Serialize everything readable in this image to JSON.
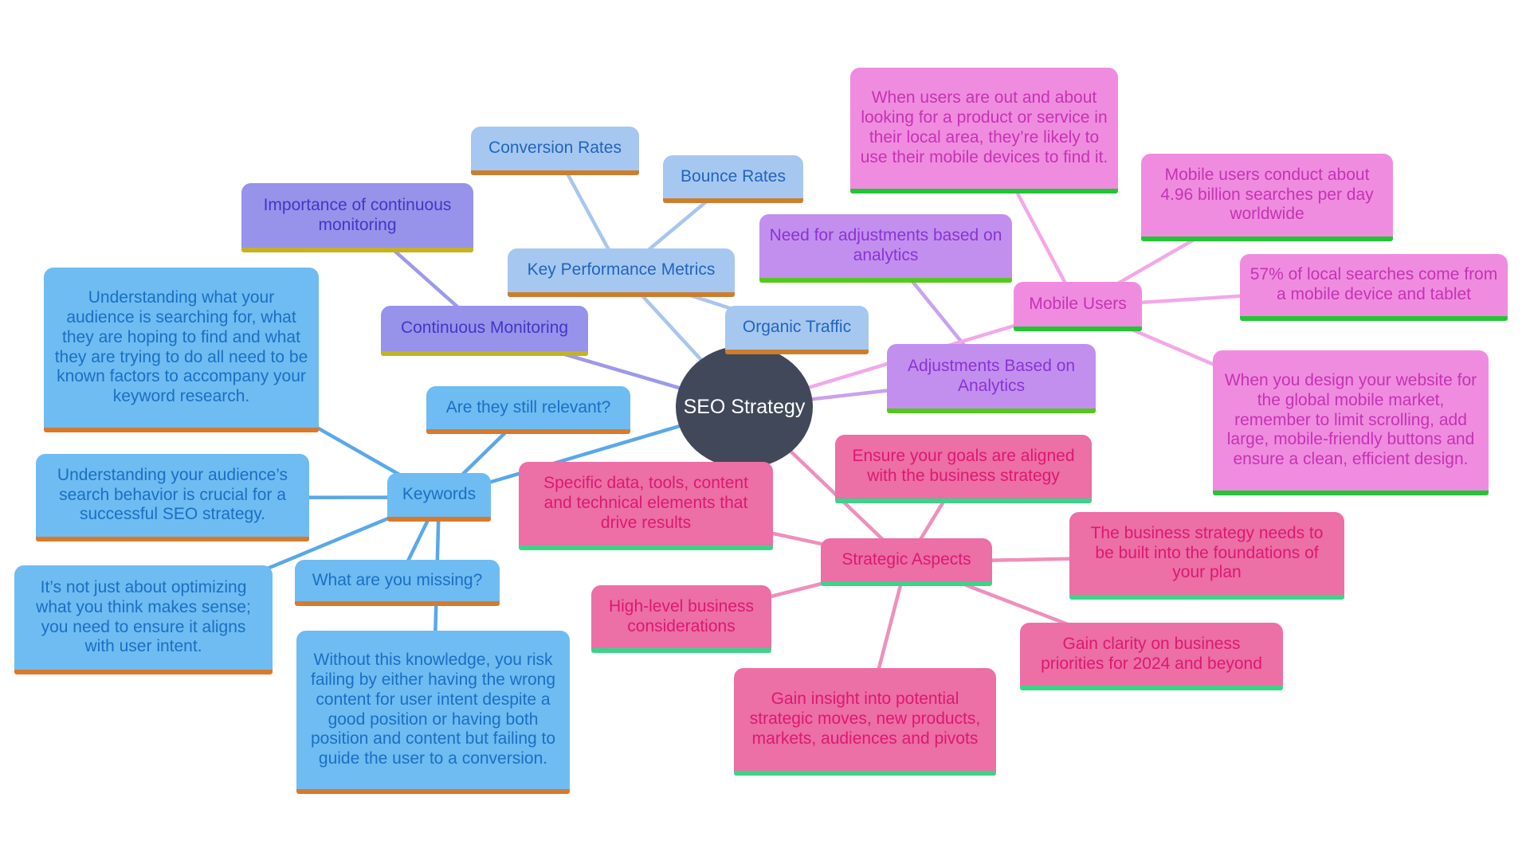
{
  "palette": {
    "keywords": {
      "fill": "#6FBCF2",
      "text": "#1A6FC2",
      "underline": "#D9792C",
      "line": "#5AA8E8"
    },
    "metrics": {
      "fill": "#A6C8F0",
      "text": "#2264BE",
      "underline": "#CC7E2E",
      "line": "#A8C6EE"
    },
    "monitoring": {
      "fill": "#9793EA",
      "text": "#4336C6",
      "underline": "#C3B324",
      "line": "#9D99EA"
    },
    "analytics": {
      "fill": "#C38FEE",
      "text": "#8A33D4",
      "underline": "#55C81E",
      "line": "#C9A2EC"
    },
    "mobile": {
      "fill": "#F08CE0",
      "text": "#C433B4",
      "underline": "#22C634",
      "line": "#F2A8E8"
    },
    "strategic": {
      "fill": "#EC6FA6",
      "text": "#DB1971",
      "underline": "#3CD38B",
      "line": "#EE8FBC"
    },
    "central": {
      "fill": "#414859",
      "text": "#FFFFFF"
    }
  },
  "nodes": {
    "central": {
      "label": "SEO Strategy"
    },
    "keywords": {
      "label": "Keywords"
    },
    "relevant": {
      "label": "Are they still relevant?"
    },
    "und_what": {
      "label": "Understanding what your audience is searching for, what they are hoping to find and what they are trying to do all need to be known factors to accompany your keyword research."
    },
    "und_aud": {
      "label": "Understanding your audience’s search behavior is crucial for a successful SEO strategy."
    },
    "not_just": {
      "label": "It’s not just about optimizing what you think makes sense; you need to ensure it aligns with user intent."
    },
    "missing": {
      "label": "What are you missing?"
    },
    "without": {
      "label": "Without this knowledge, you risk failing by either having the wrong content for user intent despite a good position or having both position and content but failing to guide the user to a conversion."
    },
    "kpm": {
      "label": "Key Performance Metrics"
    },
    "conversion": {
      "label": "Conversion Rates"
    },
    "bounce": {
      "label": "Bounce Rates"
    },
    "organic": {
      "label": "Organic Traffic"
    },
    "cont_mon": {
      "label": "Continuous Monitoring"
    },
    "importance": {
      "label": "Importance of continuous monitoring"
    },
    "adjustments": {
      "label": "Adjustments Based on Analytics"
    },
    "need_adj": {
      "label": "Need for adjustments based on analytics"
    },
    "mobile": {
      "label": "Mobile Users"
    },
    "when_users": {
      "label": "When users are out and about looking for a product or service in their local area, they’re likely to use their mobile devices to find it."
    },
    "conduct": {
      "label": "Mobile users conduct about 4.96 billion searches per day worldwide"
    },
    "pct57": {
      "label": "57% of local searches come from a mobile device and tablet"
    },
    "design": {
      "label": "When you design your website for the global mobile market, remember to limit scrolling, add large, mobile-friendly buttons and ensure a clean, efficient design."
    },
    "strategic": {
      "label": "Strategic Aspects"
    },
    "specific": {
      "label": "Specific data, tools, content and technical elements that drive results"
    },
    "ensure": {
      "label": "Ensure your goals are aligned with the business strategy"
    },
    "biz": {
      "label": "The business strategy needs to be built into the foundations of your plan"
    },
    "clarity": {
      "label": "Gain clarity on business priorities for 2024 and beyond"
    },
    "insight": {
      "label": "Gain insight into potential strategic moves, new products, markets, audiences and pivots"
    },
    "highlevel": {
      "label": "High-level business considerations"
    }
  },
  "edges": [
    {
      "from": "central",
      "to": "keywords",
      "branch": "keywords"
    },
    {
      "from": "keywords",
      "to": "relevant",
      "branch": "keywords"
    },
    {
      "from": "keywords",
      "to": "und_what",
      "branch": "keywords"
    },
    {
      "from": "keywords",
      "to": "und_aud",
      "branch": "keywords"
    },
    {
      "from": "keywords",
      "to": "not_just",
      "branch": "keywords"
    },
    {
      "from": "keywords",
      "to": "missing",
      "branch": "keywords"
    },
    {
      "from": "keywords",
      "to": "without",
      "branch": "keywords"
    },
    {
      "from": "central",
      "to": "kpm",
      "branch": "metrics"
    },
    {
      "from": "kpm",
      "to": "conversion",
      "branch": "metrics"
    },
    {
      "from": "kpm",
      "to": "bounce",
      "branch": "metrics"
    },
    {
      "from": "kpm",
      "to": "organic",
      "branch": "metrics"
    },
    {
      "from": "central",
      "to": "cont_mon",
      "branch": "monitoring"
    },
    {
      "from": "cont_mon",
      "to": "importance",
      "branch": "monitoring"
    },
    {
      "from": "central",
      "to": "adjustments",
      "branch": "analytics"
    },
    {
      "from": "adjustments",
      "to": "need_adj",
      "branch": "analytics"
    },
    {
      "from": "central",
      "to": "mobile",
      "branch": "mobile"
    },
    {
      "from": "mobile",
      "to": "when_users",
      "branch": "mobile"
    },
    {
      "from": "mobile",
      "to": "conduct",
      "branch": "mobile"
    },
    {
      "from": "mobile",
      "to": "pct57",
      "branch": "mobile"
    },
    {
      "from": "mobile",
      "to": "design",
      "branch": "mobile"
    },
    {
      "from": "central",
      "to": "strategic",
      "branch": "strategic"
    },
    {
      "from": "strategic",
      "to": "specific",
      "branch": "strategic"
    },
    {
      "from": "strategic",
      "to": "ensure",
      "branch": "strategic"
    },
    {
      "from": "strategic",
      "to": "biz",
      "branch": "strategic"
    },
    {
      "from": "strategic",
      "to": "clarity",
      "branch": "strategic"
    },
    {
      "from": "strategic",
      "to": "insight",
      "branch": "strategic"
    },
    {
      "from": "strategic",
      "to": "highlevel",
      "branch": "strategic"
    }
  ]
}
